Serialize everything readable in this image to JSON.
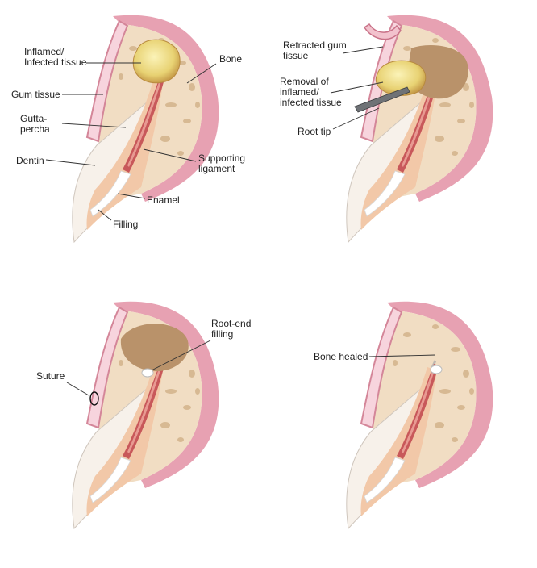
{
  "panels": [
    {
      "id": "panel-1",
      "labels": {
        "inflamed": "Inflamed/\nInfected tissue",
        "bone": "Bone",
        "gum_tissue": "Gum tissue",
        "gutta_percha": "Gutta-\npercha",
        "dentin": "Dentin",
        "supporting_ligament": "Supporting\nligament",
        "enamel": "Enamel",
        "filling": "Filling"
      }
    },
    {
      "id": "panel-2",
      "labels": {
        "retracted_gum": "Retracted gum\ntissue",
        "removal": "Removal of\ninflamed/\ninfected tissue",
        "root_tip": "Root tip"
      }
    },
    {
      "id": "panel-3",
      "labels": {
        "root_end_filling": "Root-end\nfilling",
        "suture": "Suture"
      }
    },
    {
      "id": "panel-4",
      "labels": {
        "bone_healed": "Bone healed"
      }
    }
  ],
  "colors": {
    "bone": "#f1ddc3",
    "gum": "#f7d4dd",
    "dentin": "#f2c8a8",
    "gutta_percha": "#c8585a",
    "infected_tissue": "#e6d27a"
  }
}
